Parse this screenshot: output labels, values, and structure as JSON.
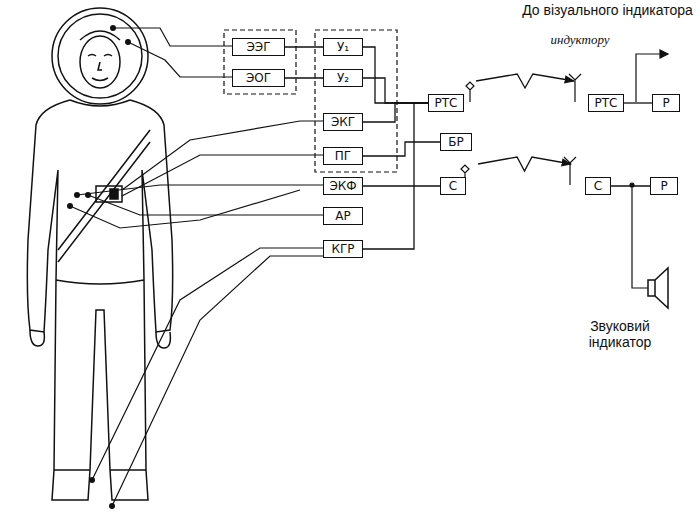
{
  "diagram": {
    "nodes": [
      {
        "text": [
          "ЭЭГ"
        ]
      },
      {
        "text": [
          "ЭОГ"
        ]
      },
      {
        "text": [
          "У₁"
        ]
      },
      {
        "text": [
          "У₂"
        ]
      },
      {
        "text": [
          "ЭКГ"
        ]
      },
      {
        "text": [
          "ПГ"
        ]
      },
      {
        "text": [
          "ЭКФ"
        ]
      },
      {
        "text": [
          "АР"
        ]
      },
      {
        "text": [
          "КГР"
        ]
      },
      {
        "text": [
          "РТС"
        ]
      },
      {
        "text": [
          "БР"
        ]
      },
      {
        "text": [
          "С"
        ]
      },
      {
        "text": [
          "РТС"
        ]
      },
      {
        "text": [
          "Р"
        ]
      },
      {
        "text": [
          "С"
        ]
      },
      {
        "text": [
          "Р"
        ]
      }
    ],
    "edges": [
      {
        "from": 0,
        "to": 2,
        "arrow": "none"
      },
      {
        "from": 1,
        "to": 3,
        "arrow": "none"
      },
      {
        "from": 2,
        "to": 9,
        "arrow": "none"
      },
      {
        "from": 3,
        "to": 9,
        "arrow": "none"
      },
      {
        "from": 4,
        "to": 9,
        "arrow": "none"
      },
      {
        "from": 5,
        "to": 10,
        "arrow": "none"
      },
      {
        "from": 8,
        "to": 9,
        "arrow": "none"
      },
      {
        "from": 6,
        "to": 11,
        "arrow": "none"
      },
      {
        "from": 9,
        "to": 12,
        "arrow": "to"
      },
      {
        "from": 11,
        "to": 14,
        "arrow": "to"
      },
      {
        "from": 12,
        "to": 13,
        "arrow": "none"
      },
      {
        "from": 14,
        "to": 15,
        "arrow": "none"
      }
    ],
    "labels": [
      "До візуального індикатора",
      "индуктору",
      "Звуковий індикатор"
    ]
  }
}
